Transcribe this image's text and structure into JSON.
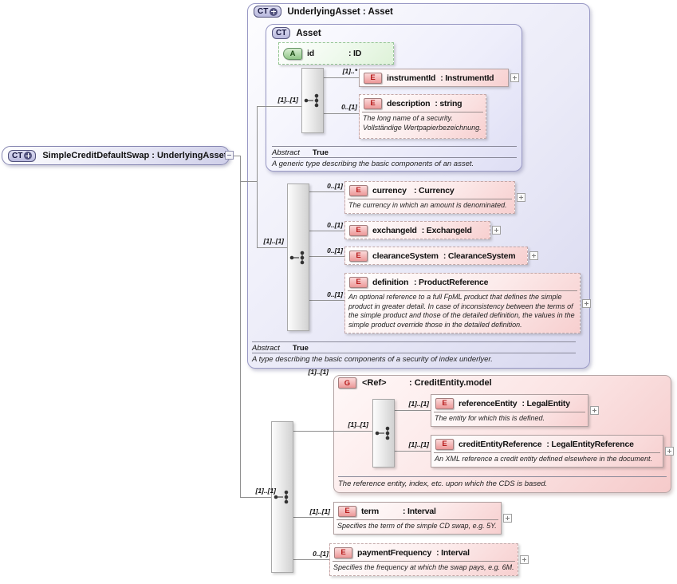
{
  "badges": {
    "complex_type": "CT",
    "attribute": "A",
    "element": "E",
    "group": "G"
  },
  "colors": {
    "lavender_box": "#dedef4",
    "pink_box": "#f7cfcf",
    "green_attr": "#def2d8",
    "badge_red": "#b71c1c"
  },
  "root_element": {
    "label": "SimpleCreditDefaultSwap : UnderlyingAsset"
  },
  "root_seq_cardinality": "[1]..[1]",
  "underlying_asset": {
    "title": "UnderlyingAsset : Asset",
    "seq_cardinality": "[1]..[1]",
    "abstract_label": "Abstract",
    "abstract_value": "True",
    "annotation": "A type describing the basic components of a security of index underlyer."
  },
  "asset": {
    "title": "Asset",
    "seq_cardinality": "[1]..[1]",
    "abstract_label": "Abstract",
    "abstract_value": "True",
    "annotation": "A generic type describing the basic components of an asset.",
    "attribute_id": {
      "name": "id",
      "type": ": ID"
    }
  },
  "credit_entity_group": {
    "name": "<Ref>",
    "type": ": CreditEntity.model",
    "cardinality": "[1]..[1]",
    "seq_cardinality": "[1]..[1]",
    "annotation": "The reference entity, index, etc. upon which the CDS is based."
  },
  "elements": {
    "instrumentId": {
      "cardinality": "[1]..*",
      "name": "instrumentId",
      "type": ": InstrumentId"
    },
    "description": {
      "cardinality": "0..[1]",
      "name": "description",
      "type": ": string",
      "annotation": "The long name of a security.\nVollständige Wertpapierbezeichnung."
    },
    "currency": {
      "cardinality": "0..[1]",
      "name": "currency",
      "type": ": Currency",
      "annotation": "The currency in which an amount is denominated."
    },
    "exchangeId": {
      "cardinality": "0..[1]",
      "name": "exchangeId",
      "type": ": ExchangeId"
    },
    "clearanceSystem": {
      "cardinality": "0..[1]",
      "name": "clearanceSystem",
      "type": ": ClearanceSystem"
    },
    "definition": {
      "cardinality": "0..[1]",
      "name": "definition",
      "type": ": ProductReference",
      "annotation": "An optional reference to a full FpML product that defines the simple product in greater detail. In case of inconsistency between the terms of the simple product and those of the detailed definition, the values in the simple product override those in the detailed definition."
    },
    "referenceEntity": {
      "cardinality": "[1]..[1]",
      "name": "referenceEntity",
      "type": ": LegalEntity",
      "annotation": "The entity for which this is defined."
    },
    "creditEntityReference": {
      "cardinality": "[1]..[1]",
      "name": "creditEntityReference",
      "type": ": LegalEntityReference",
      "annotation": "An XML reference a credit entity defined elsewhere in the document."
    },
    "term": {
      "cardinality": "[1]..[1]",
      "name": "term",
      "type": ": Interval",
      "annotation": "Specifies the term of the simple CD swap, e.g. 5Y."
    },
    "paymentFrequency": {
      "cardinality": "0..[1]",
      "name": "paymentFrequency",
      "type": ": Interval",
      "annotation": "Specifies the frequency at which the swap pays, e.g. 6M."
    }
  }
}
